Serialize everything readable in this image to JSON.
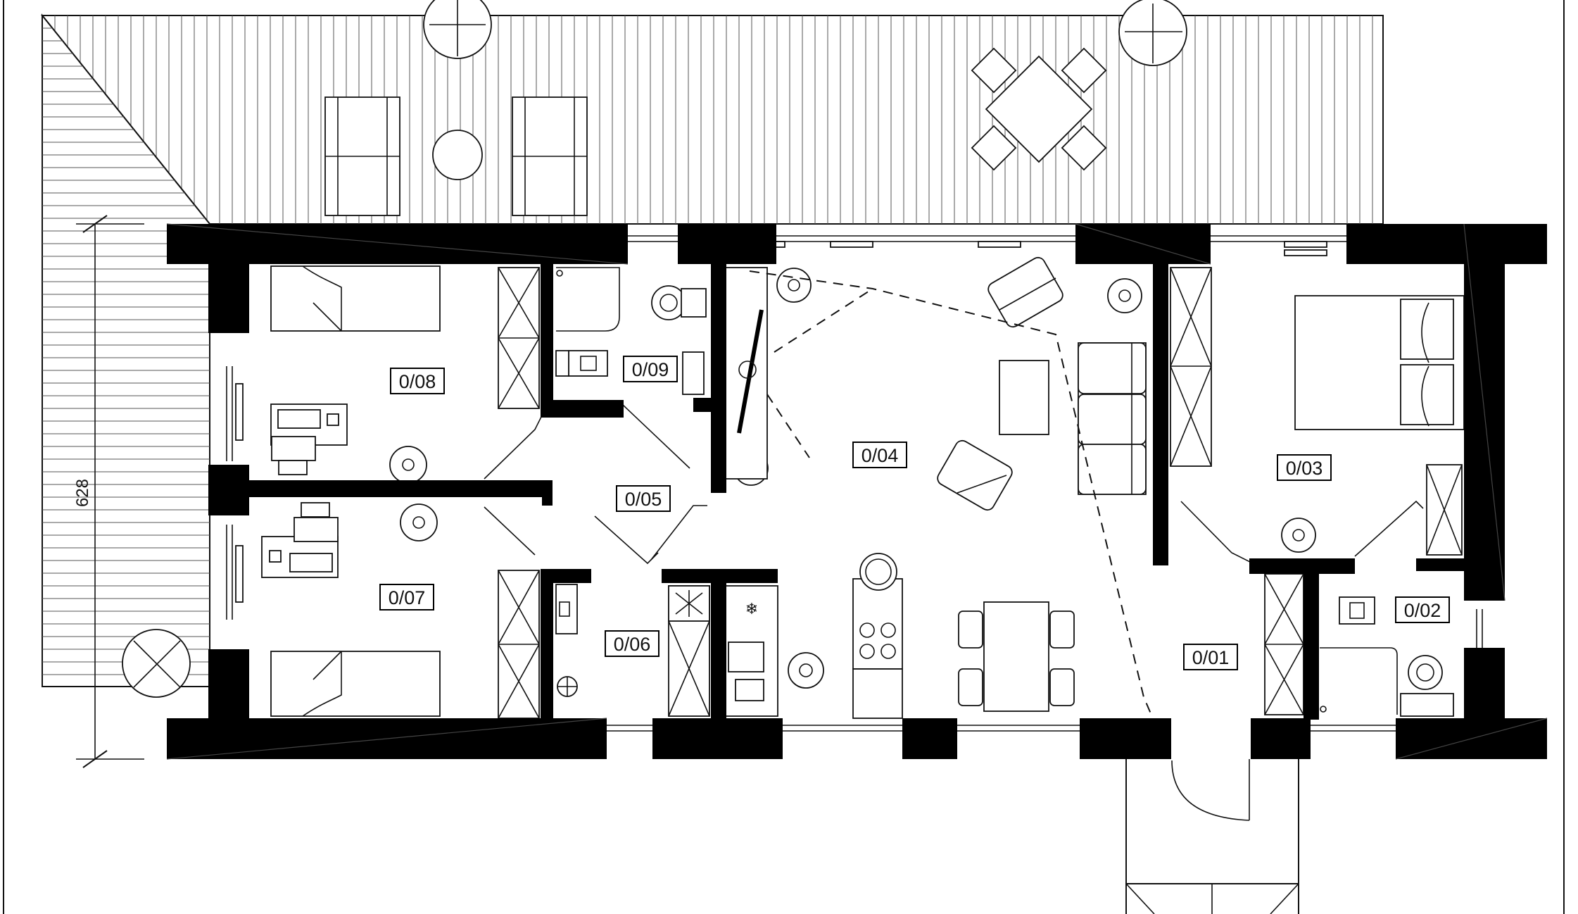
{
  "plan": {
    "dimension_label": "628",
    "rooms": [
      {
        "id": "0/01"
      },
      {
        "id": "0/02"
      },
      {
        "id": "0/03"
      },
      {
        "id": "0/04"
      },
      {
        "id": "0/05"
      },
      {
        "id": "0/06"
      },
      {
        "id": "0/07"
      },
      {
        "id": "0/08"
      },
      {
        "id": "0/09"
      }
    ]
  }
}
